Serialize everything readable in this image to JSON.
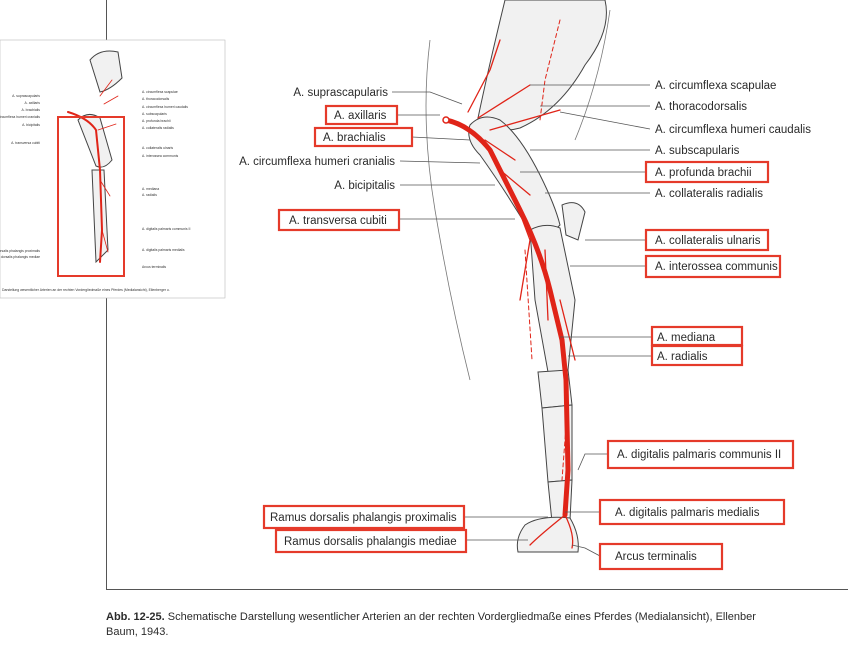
{
  "labels_left": [
    {
      "id": "suprascapularis",
      "text": "A. suprascapularis",
      "highlighted": false
    },
    {
      "id": "axillaris",
      "text": "A. axillaris",
      "highlighted": true
    },
    {
      "id": "brachialis",
      "text": "A. brachialis",
      "highlighted": true
    },
    {
      "id": "circ-hum-cran",
      "text": "A. circumflexa humeri cranialis",
      "highlighted": false
    },
    {
      "id": "bicipitalis",
      "text": "A. bicipitalis",
      "highlighted": false
    },
    {
      "id": "transversa-cubiti",
      "text": "A. transversa cubiti",
      "highlighted": true
    },
    {
      "id": "ramus-prox",
      "text": "Ramus dorsalis phalangis proximalis",
      "highlighted": true
    },
    {
      "id": "ramus-med",
      "text": "Ramus dorsalis phalangis mediae",
      "highlighted": true
    }
  ],
  "labels_right": [
    {
      "id": "circ-scapulae",
      "text": "A. circumflexa scapulae",
      "highlighted": false
    },
    {
      "id": "thoracodorsalis",
      "text": "A. thoracodorsalis",
      "highlighted": false
    },
    {
      "id": "circ-hum-caud",
      "text": "A. circumflexa humeri caudalis",
      "highlighted": false
    },
    {
      "id": "subscapularis",
      "text": "A. subscapularis",
      "highlighted": false
    },
    {
      "id": "profunda-brachii",
      "text": "A. profunda brachii",
      "highlighted": true
    },
    {
      "id": "coll-radialis",
      "text": "A. collateralis radialis",
      "highlighted": false
    },
    {
      "id": "coll-ulnaris",
      "text": "A. collateralis ulnaris",
      "highlighted": true
    },
    {
      "id": "interossea",
      "text": "A. interossea communis",
      "highlighted": true
    },
    {
      "id": "mediana",
      "text": "A. mediana",
      "highlighted": true
    },
    {
      "id": "radialis",
      "text": "A. radialis",
      "highlighted": true
    },
    {
      "id": "dig-pal-comm",
      "text": "A. digitalis palmaris communis II",
      "highlighted": true
    },
    {
      "id": "dig-pal-med",
      "text": "A. digitalis palmaris medialis",
      "highlighted": true
    },
    {
      "id": "arcus",
      "text": "Arcus terminalis",
      "highlighted": true
    }
  ],
  "thumbnail": {
    "labels_left": [
      "A. suprascapularis",
      "A. axillaris",
      "A. brachialis",
      "A. circumflexa humeri cranialis",
      "A. bicipitalis",
      "A. transversa cubiti",
      "Ramus dorsalis phalangis proximalis",
      "Ramus dorsalis phalangis mediae"
    ],
    "labels_right": [
      "A. circumflexa scapulae",
      "A. thoracodorsalis",
      "A. circumflexa humeri caudalis",
      "A. subscapularis",
      "A. profunda brachii",
      "A. collateralis radialis",
      "A. collateralis ulnaris",
      "A. interossea communis",
      "A. mediana",
      "A. radialis",
      "A. digitalis palmaris communis II",
      "A. digitalis palmaris medialis",
      "Arcus terminalis"
    ],
    "caption": "Darstellung wesentlicher Arterien an der rechten Vordergliedmaße eines Pferdes (Medialansicht), Ellenberger u."
  },
  "caption": {
    "label": "Abb. 12-25.",
    "text": "Schematische Darstellung wesentlicher Arterien an der rechten Vordergliedmaße eines Pferdes (Medialansicht), Ellenber",
    "line2": "Baum, 1943."
  },
  "colors": {
    "artery": "#e02418",
    "highlight_box": "#e53a2a",
    "bone_fill": "#f1f1f1",
    "outline": "#444444"
  }
}
